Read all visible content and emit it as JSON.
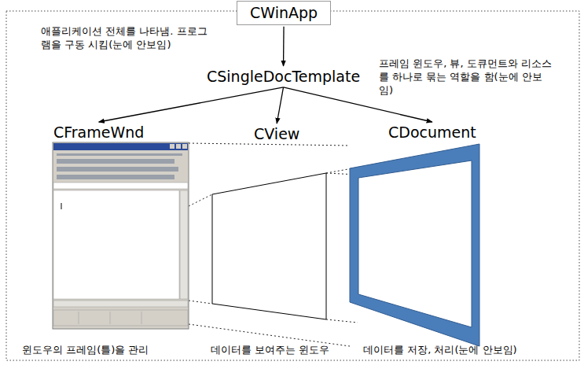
{
  "diagram": {
    "nodes": [
      {
        "text": [
          "CWinApp"
        ]
      },
      {
        "text": [
          "CSingleDocTemplate"
        ]
      },
      {
        "text": [
          "CFrameWnd"
        ]
      },
      {
        "text": [
          "CView"
        ]
      },
      {
        "text": [
          "CDocument"
        ]
      }
    ],
    "edges": [
      {
        "from": 0,
        "to": 1,
        "arrow": "to"
      },
      {
        "from": 1,
        "to": 2,
        "arrow": "to"
      },
      {
        "from": 1,
        "to": 3,
        "arrow": "to"
      },
      {
        "from": 1,
        "to": 4,
        "arrow": "to"
      }
    ],
    "labels": [
      "애플리케이션 전체를 나타냄. 프로그램을 구동 시킴(눈에 안보임)",
      "프레임 윈도우, 뷰, 도큐먼트와 리소스를 하나로 묶는 역할을 함(눈에 안보임)",
      "윈도우의 프레임(틀)을 관리",
      "데이터를 보여주는 윈도우",
      "데이터를 저장, 처리(눈에 안보임)"
    ]
  }
}
